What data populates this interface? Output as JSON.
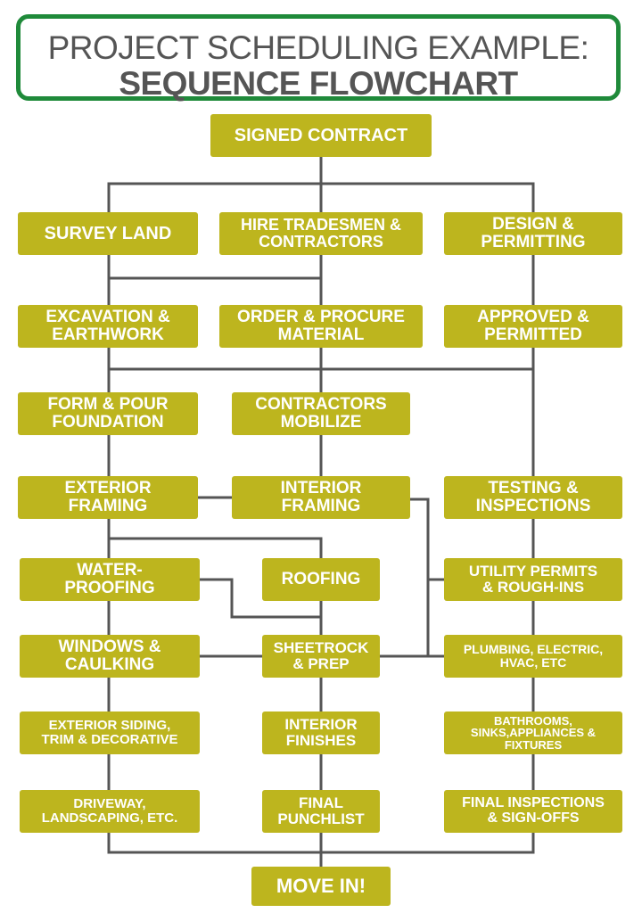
{
  "title": {
    "line1": "PROJECT SCHEDULING EXAMPLE:",
    "line2": "SEQUENCE FLOWCHART"
  },
  "colors": {
    "box": "#bdb51e",
    "box_text": "#ffffff",
    "line": "#555555",
    "frame": "#1f8a3a"
  },
  "nodes": {
    "signed_contract": "SIGNED CONTRACT",
    "survey_land": "SURVEY LAND",
    "hire_tradesmen": "HIRE TRADESMEN &\nCONTRACTORS",
    "design_permitting": "DESIGN &\nPERMITTING",
    "excavation": "EXCAVATION &\nEARTHWORK",
    "order_procure": "ORDER & PROCURE\nMATERIAL",
    "approved_permitted": "APPROVED &\nPERMITTED",
    "form_pour": "FORM & POUR\nFOUNDATION",
    "contractors_mobilize": "CONTRACTORS\nMOBILIZE",
    "exterior_framing": "EXTERIOR\nFRAMING",
    "interior_framing": "INTERIOR\nFRAMING",
    "testing_inspections": "TESTING &\nINSPECTIONS",
    "waterproofing": "WATER-\nPROOFING",
    "roofing": "ROOFING",
    "utility_permits": "UTILITY PERMITS\n& ROUGH-INS",
    "windows_caulking": "WINDOWS &\nCAULKING",
    "sheetrock": "SHEETROCK\n& PREP",
    "plumbing": "PLUMBING, ELECTRIC,\nHVAC, ETC",
    "exterior_siding": "EXTERIOR SIDING,\nTRIM & DECORATIVE",
    "interior_finishes": "INTERIOR\nFINISHES",
    "bathrooms": "BATHROOMS,\nSINKS,APPLIANCES &\nFIXTURES",
    "driveway": "DRIVEWAY,\nLANDSCAPING, ETC.",
    "final_punchlist": "FINAL\nPUNCHLIST",
    "final_inspections": "FINAL INSPECTIONS\n& SIGN-OFFS",
    "move_in": "MOVE IN!"
  }
}
